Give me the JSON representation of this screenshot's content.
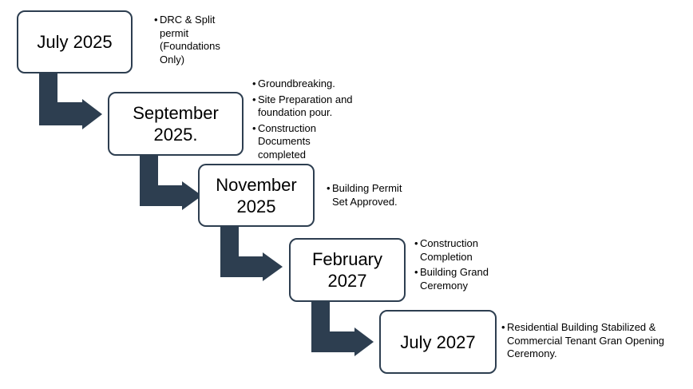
{
  "theme": {
    "arrow_color": "#2d3e50",
    "box_border_color": "#2d3e50"
  },
  "milestones": [
    {
      "date_lines": [
        "July 2025"
      ],
      "notes": [
        "DRC & Split\npermit\n(Foundations\nOnly)"
      ]
    },
    {
      "date_lines": [
        "September",
        "2025."
      ],
      "notes": [
        "Groundbreaking.",
        "Site  Preparation  and\nfoundation pour.",
        "Construction\nDocuments\ncompleted"
      ]
    },
    {
      "date_lines": [
        "November",
        "2025"
      ],
      "notes": [
        "Building Permit\nSet Approved."
      ]
    },
    {
      "date_lines": [
        "February",
        "2027"
      ],
      "notes": [
        "Construction\nCompletion",
        "Building Grand\nCeremony"
      ]
    },
    {
      "date_lines": [
        "July 2027"
      ],
      "notes": [
        "Residential Building Stabilized &\nCommercial Tenant Gran Opening\nCeremony."
      ]
    }
  ]
}
